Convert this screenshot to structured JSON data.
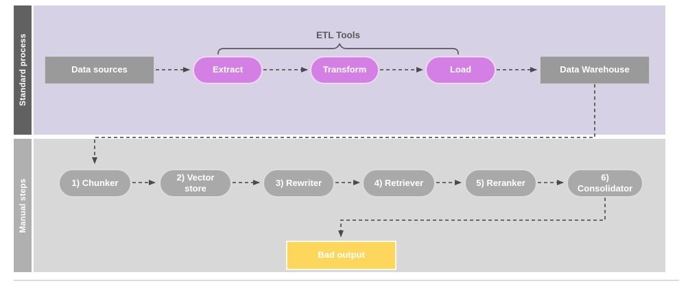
{
  "diagram": {
    "lanes": [
      {
        "label": "Standard process"
      },
      {
        "label": "Manual steps"
      }
    ],
    "etl_group_label": "ETL Tools",
    "nodes": {
      "data_sources": "Data sources",
      "extract": "Extract",
      "transform": "Transform",
      "load": "Load",
      "data_warehouse": "Data Warehouse",
      "chunker": "1) Chunker",
      "vector_store": "2) Vector store",
      "rewriter": "3) Rewriter",
      "retriever": "4) Retriever",
      "reranker": "5) Reranker",
      "consolidator": "6) Consolidator",
      "bad_output": "Bad output"
    },
    "colors": {
      "lane1-bg": "#d7d1e6",
      "lane1-strip": "#616161",
      "lane2-bg": "#d8d8d8",
      "lane2-strip": "#b0b0b0",
      "gray-box": "#9a9a9a",
      "purple-pill": "#d47fe3",
      "purple-stroke": "#eed7f3",
      "gray-pill": "#a9a9a9",
      "gray-pill-stroke": "#dcdcdc",
      "yellow-box": "#fcd75c",
      "arrow": "#575757",
      "arrowhead": "#4a4a4a",
      "label": "#595959",
      "node-text": "#ffffff"
    }
  }
}
